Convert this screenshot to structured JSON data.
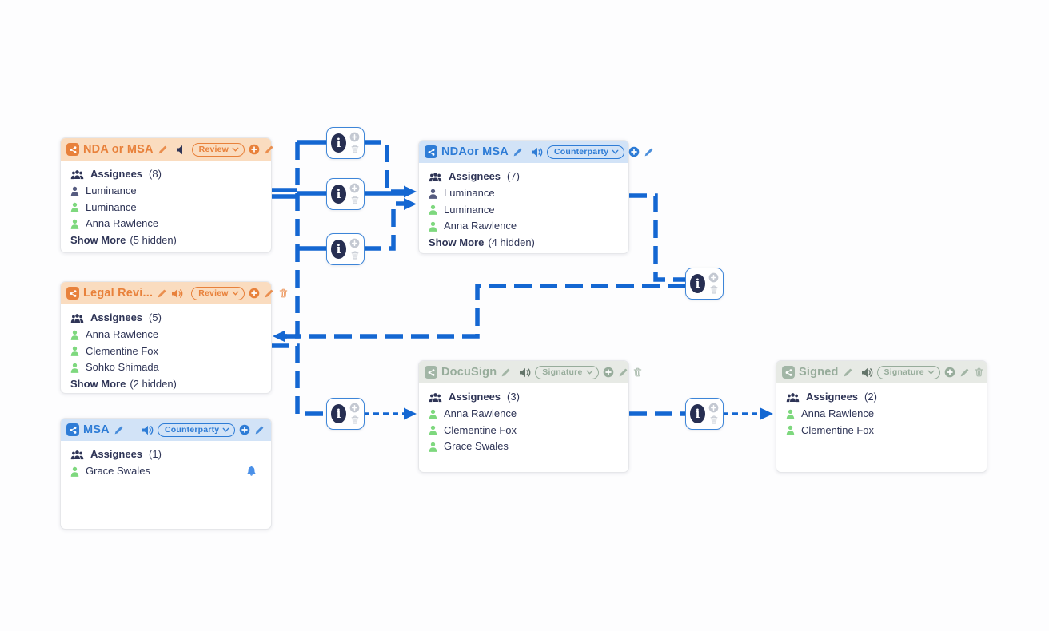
{
  "glyphs": {
    "info": "i"
  },
  "colors": {
    "line_blue": "#1467d2",
    "orange_accent": "#e8813b",
    "orange_header_bg": "#fadcbf",
    "blue_accent": "#2e7cd6",
    "blue_header_bg": "#d2e3f7",
    "sage_accent": "#97ac9b",
    "sage_header_bg": "#e7eae5",
    "navy_text": "#2e3456",
    "member_green": "#7ed87e",
    "member_dark": "#565c80",
    "bell_blue": "#4a90e8",
    "node_info_navy": "#272f52"
  },
  "cards": [
    {
      "id": "nda-or-msa",
      "title": "NDA or MSA",
      "theme": "orange",
      "speaker": "muted",
      "stage": "Review",
      "assignees_label": "Assignees",
      "assignees_count": "(8)",
      "members": [
        {
          "name": "Luminance",
          "color": "dark"
        },
        {
          "name": "Luminance",
          "color": "green"
        },
        {
          "name": "Anna Rawlence",
          "color": "green"
        }
      ],
      "show_more_label": "Show More",
      "show_more_hidden": "(5 hidden)"
    },
    {
      "id": "legal-review",
      "title": "Legal Revi...",
      "theme": "orange",
      "speaker": "on",
      "stage": "Review",
      "assignees_label": "Assignees",
      "assignees_count": "(5)",
      "members": [
        {
          "name": "Anna Rawlence",
          "color": "green"
        },
        {
          "name": "Clementine Fox",
          "color": "green"
        },
        {
          "name": "Sohko Shimada",
          "color": "green"
        }
      ],
      "show_more_label": "Show More",
      "show_more_hidden": "(2 hidden)"
    },
    {
      "id": "msa",
      "title": "MSA",
      "theme": "blue",
      "speaker": "on",
      "stage": "Counterparty",
      "assignees_label": "Assignees",
      "assignees_count": "(1)",
      "members": [
        {
          "name": "Grace Swales",
          "color": "green",
          "notification": "bell"
        }
      ]
    },
    {
      "id": "ndaor-msa",
      "title": "NDAor MSA",
      "theme": "blue",
      "speaker": "on",
      "stage": "Counterparty",
      "assignees_label": "Assignees",
      "assignees_count": "(7)",
      "members": [
        {
          "name": "Luminance",
          "color": "dark"
        },
        {
          "name": "Luminance",
          "color": "green"
        },
        {
          "name": "Anna Rawlence",
          "color": "green"
        }
      ],
      "show_more_label": "Show More",
      "show_more_hidden": "(4 hidden)"
    },
    {
      "id": "docusign",
      "title": "DocuSign",
      "theme": "sage",
      "speaker": "on",
      "stage": "Signature",
      "assignees_label": "Assignees",
      "assignees_count": "(3)",
      "members": [
        {
          "name": "Anna Rawlence",
          "color": "green"
        },
        {
          "name": "Clementine Fox",
          "color": "green"
        },
        {
          "name": "Grace Swales",
          "color": "green"
        }
      ]
    },
    {
      "id": "signed",
      "title": "Signed",
      "theme": "sage",
      "speaker": "on",
      "stage": "Signature",
      "assignees_label": "Assignees",
      "assignees_count": "(2)",
      "members": [
        {
          "name": "Anna Rawlence",
          "color": "green"
        },
        {
          "name": "Clementine Fox",
          "color": "green"
        }
      ]
    }
  ],
  "connections": [
    {
      "from": "NDA or MSA",
      "to": "NDAor MSA",
      "via": "connector-1"
    },
    {
      "from": "NDA or MSA",
      "to": "NDAor MSA",
      "via": "connector-2"
    },
    {
      "from": "NDA or MSA",
      "to": "NDAor MSA",
      "via": "connector-3"
    },
    {
      "from": "NDA or MSA",
      "to": "Legal Revi..."
    },
    {
      "from": "NDAor MSA",
      "to": "Legal Revi...",
      "via": "connector-4"
    },
    {
      "from": "Legal Revi...",
      "to": "DocuSign",
      "via": "connector-5"
    },
    {
      "from": "DocuSign",
      "to": "Signed",
      "via": "connector-6"
    }
  ]
}
